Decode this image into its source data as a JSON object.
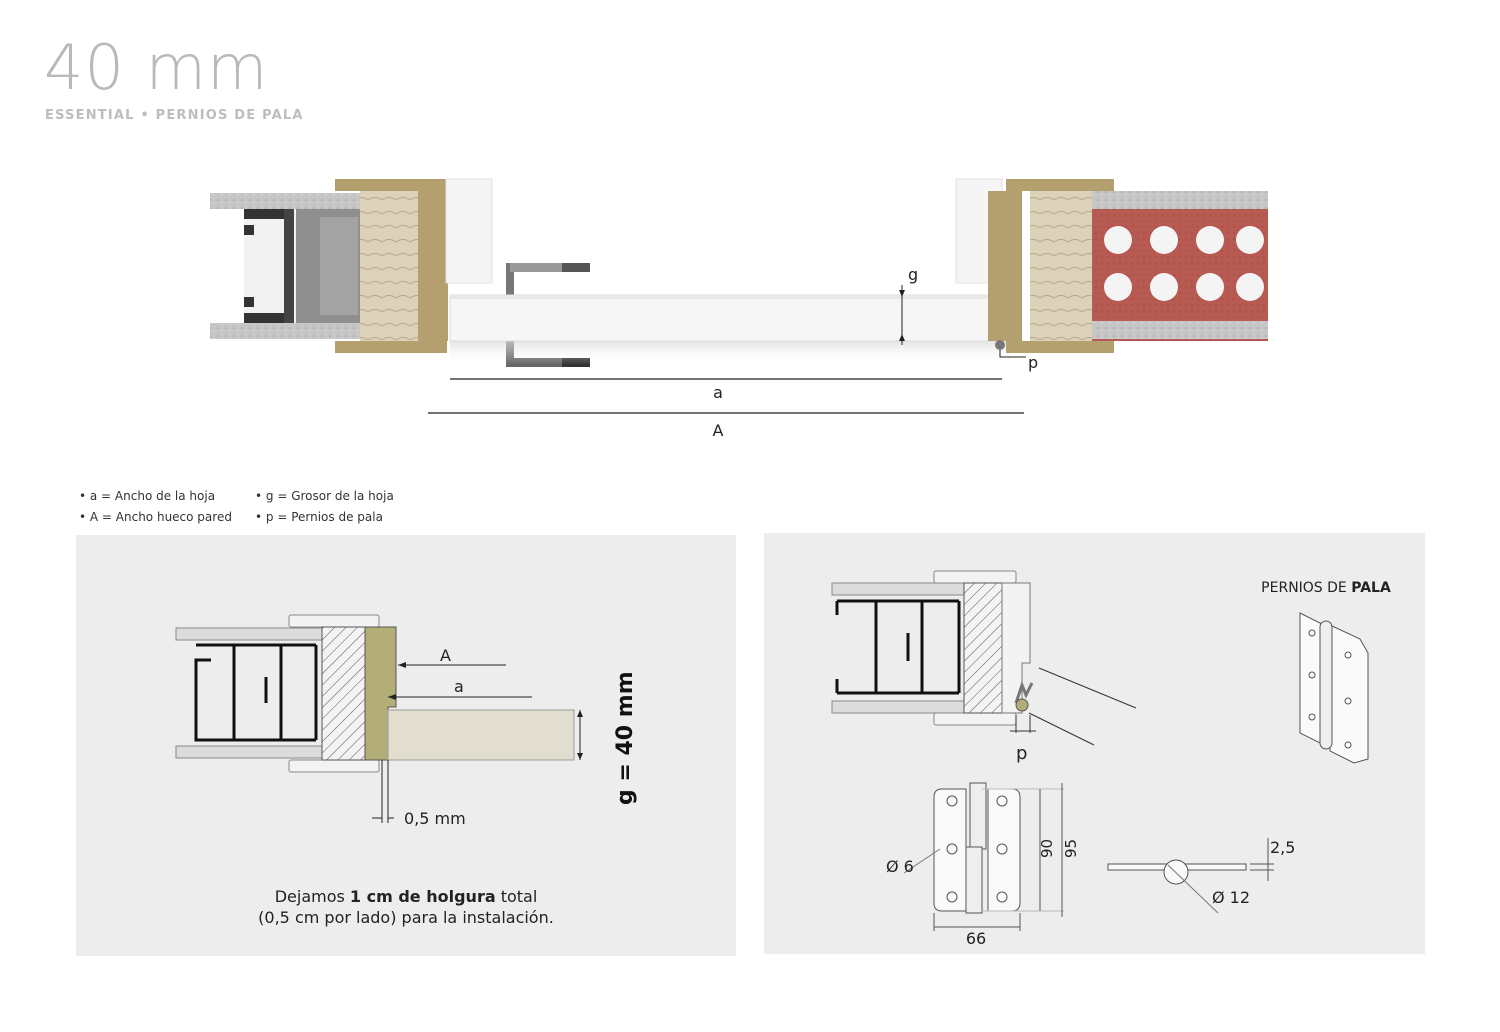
{
  "header": {
    "title": "40 mm",
    "subtitle": "ESSENTIAL • PERNIOS DE PALA"
  },
  "main_diagram": {
    "label_g": "g",
    "label_p": "p",
    "label_a": "a",
    "label_A": "A"
  },
  "legend": {
    "items": [
      "• a = Ancho de la hoja",
      "• g = Grosor de la hoja",
      "• A = Ancho hueco pared",
      "• p = Pernios de pala"
    ]
  },
  "left_panel": {
    "label_A": "A",
    "label_a": "a",
    "gap_label": "0,5 mm",
    "thickness_label": "g = 40 mm",
    "note_prefix": "Dejamos ",
    "note_bold": "1 cm de holgura",
    "note_suffix": " total",
    "note_line2": "(0,5 cm por lado) para la instalación."
  },
  "right_panel": {
    "title_prefix": "PERNIOS DE ",
    "title_bold": "PALA",
    "label_p": "p",
    "dim_diameter_small": "Ø 6",
    "dim_height_inner": "90",
    "dim_height_outer": "95",
    "dim_width": "66",
    "dim_thickness": "2,5",
    "dim_diameter_large": "Ø 12"
  },
  "colors": {
    "panel_bg": "#ededed",
    "brick": "#b65a52",
    "mdf": "#b3a06e",
    "wood": "#d9cfb7",
    "door_leaf": "#f4f4f4",
    "title_gray": "#b9b9b9",
    "beige_leaf": "#e2decf"
  }
}
